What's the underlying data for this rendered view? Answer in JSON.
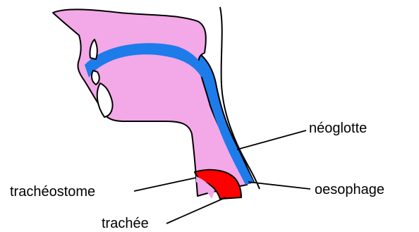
{
  "labels": {
    "neoglotte": "néoglotte",
    "oesophage": "oesophage",
    "tracheostome": "trachéostome",
    "trachee": "trachée"
  },
  "colors": {
    "tissue_pink": "#F3A8E8",
    "cavity_blue": "#1E7BEA",
    "trachea_red": "#FF0000",
    "outline": "#000000",
    "background": "#FFFFFF"
  }
}
